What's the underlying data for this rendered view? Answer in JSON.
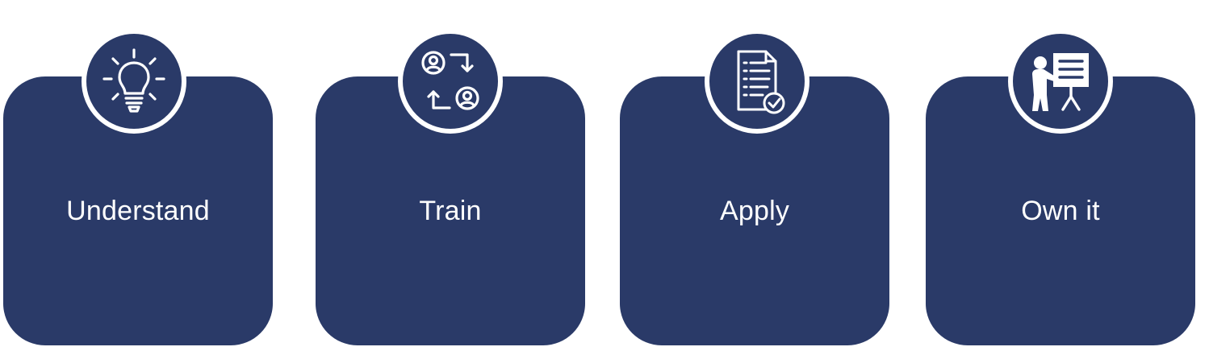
{
  "colors": {
    "card_fill": "#2a3a68",
    "badge_border": "#ffffff",
    "text": "#ffffff",
    "background": "#ffffff"
  },
  "steps": [
    {
      "label": "Understand",
      "icon": "lightbulb-icon"
    },
    {
      "label": "Train",
      "icon": "exchange-users-icon"
    },
    {
      "label": "Apply",
      "icon": "checklist-document-icon"
    },
    {
      "label": "Own it",
      "icon": "presenter-board-icon"
    }
  ]
}
